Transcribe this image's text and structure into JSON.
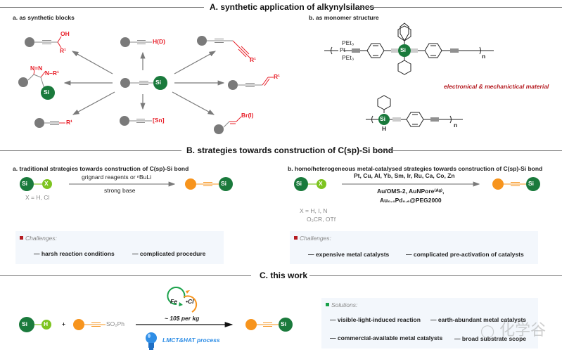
{
  "section_a": {
    "title": "A. synthetic application of alkynylsilanes",
    "sub_a": "a. as synthetic blocks",
    "sub_b": "b. as monomer structure",
    "center_atom": "Si",
    "products": {
      "alcohol_oh": "OH",
      "alcohol_r": "R¹",
      "hd": "H(D)",
      "diyne_r": "R¹",
      "triazole_ring": "N=N",
      "triazole_nr": "N–R¹",
      "triazole_si": "Si",
      "enyne_r": "R¹",
      "alkyne_r": "R¹",
      "stannane": "[Sn]",
      "vinyl_halide": "Br(I)"
    },
    "monomer": {
      "pet3_top": "PEt₃",
      "pt": "Pt",
      "pet3_bottom": "PEt₃",
      "si": "Si",
      "n_1": "n",
      "si_2": "Si",
      "h": "H",
      "n_2": "n",
      "material_label": "electronical & mechanictical material"
    }
  },
  "section_b": {
    "title": "B. strategies towards construction of C(sp)-Si bond",
    "left": {
      "subtitle": "a. traditional strategies towards construction of C(sp)-Si bond",
      "si": "Si",
      "x": "X",
      "x_def": "X = H, Cl",
      "reagent_top": "grignard reagents or ⁿBuLi",
      "reagent_bottom": "strong base",
      "product_si": "Si",
      "challenges_title": "Challenges:",
      "challenges": [
        "— harsh reaction conditions",
        "— complicated procedure"
      ]
    },
    "right": {
      "subtitle": "b. homo/heterogeneous metal-catalysed strategies towards construction of C(sp)-Si bond",
      "si": "Si",
      "x": "X",
      "x_def_1": "X = H, I, N",
      "x_def_2": "O₂CR, OTf",
      "reagent_1": "Pt, Cu, Al, Yb, Sm, Ir, Ru, Ca,  Co, Zn",
      "reagent_2": "Au/OMS-2, AuNPore⁽ᴬᵍ⁾,",
      "reagent_3": "Au₀.₄Pd₀.₆@PEG2000",
      "product_si": "Si",
      "challenges_title": "Challenges:",
      "challenges": [
        "— expensive metal catalysts",
        "— complicated pre-activation of catalysts"
      ]
    }
  },
  "section_c": {
    "title": "C. this work",
    "si": "Si",
    "h": "H",
    "plus": "+",
    "so2ph": "SO₂Ph",
    "fe": "Fe",
    "cl": "•Cl",
    "cost": "~ 10$ per kg",
    "process": "LMCT&HAT process",
    "product_si": "Si",
    "solutions_title": "Solutions:",
    "solutions": [
      "— visible-light-induced reaction",
      "— earth-abundant metal catalysts",
      "— commercial-available metal catalysts",
      "— broad substrate scope"
    ]
  },
  "colors": {
    "si_green": "#1a7a3c",
    "x_green": "#7dc420",
    "orange": "#f7941d",
    "red": "#e8202a",
    "dark_red": "#b51c22",
    "blue": "#2f8ee6",
    "gray_node": "#7a7a7a"
  },
  "watermark": "化学谷"
}
